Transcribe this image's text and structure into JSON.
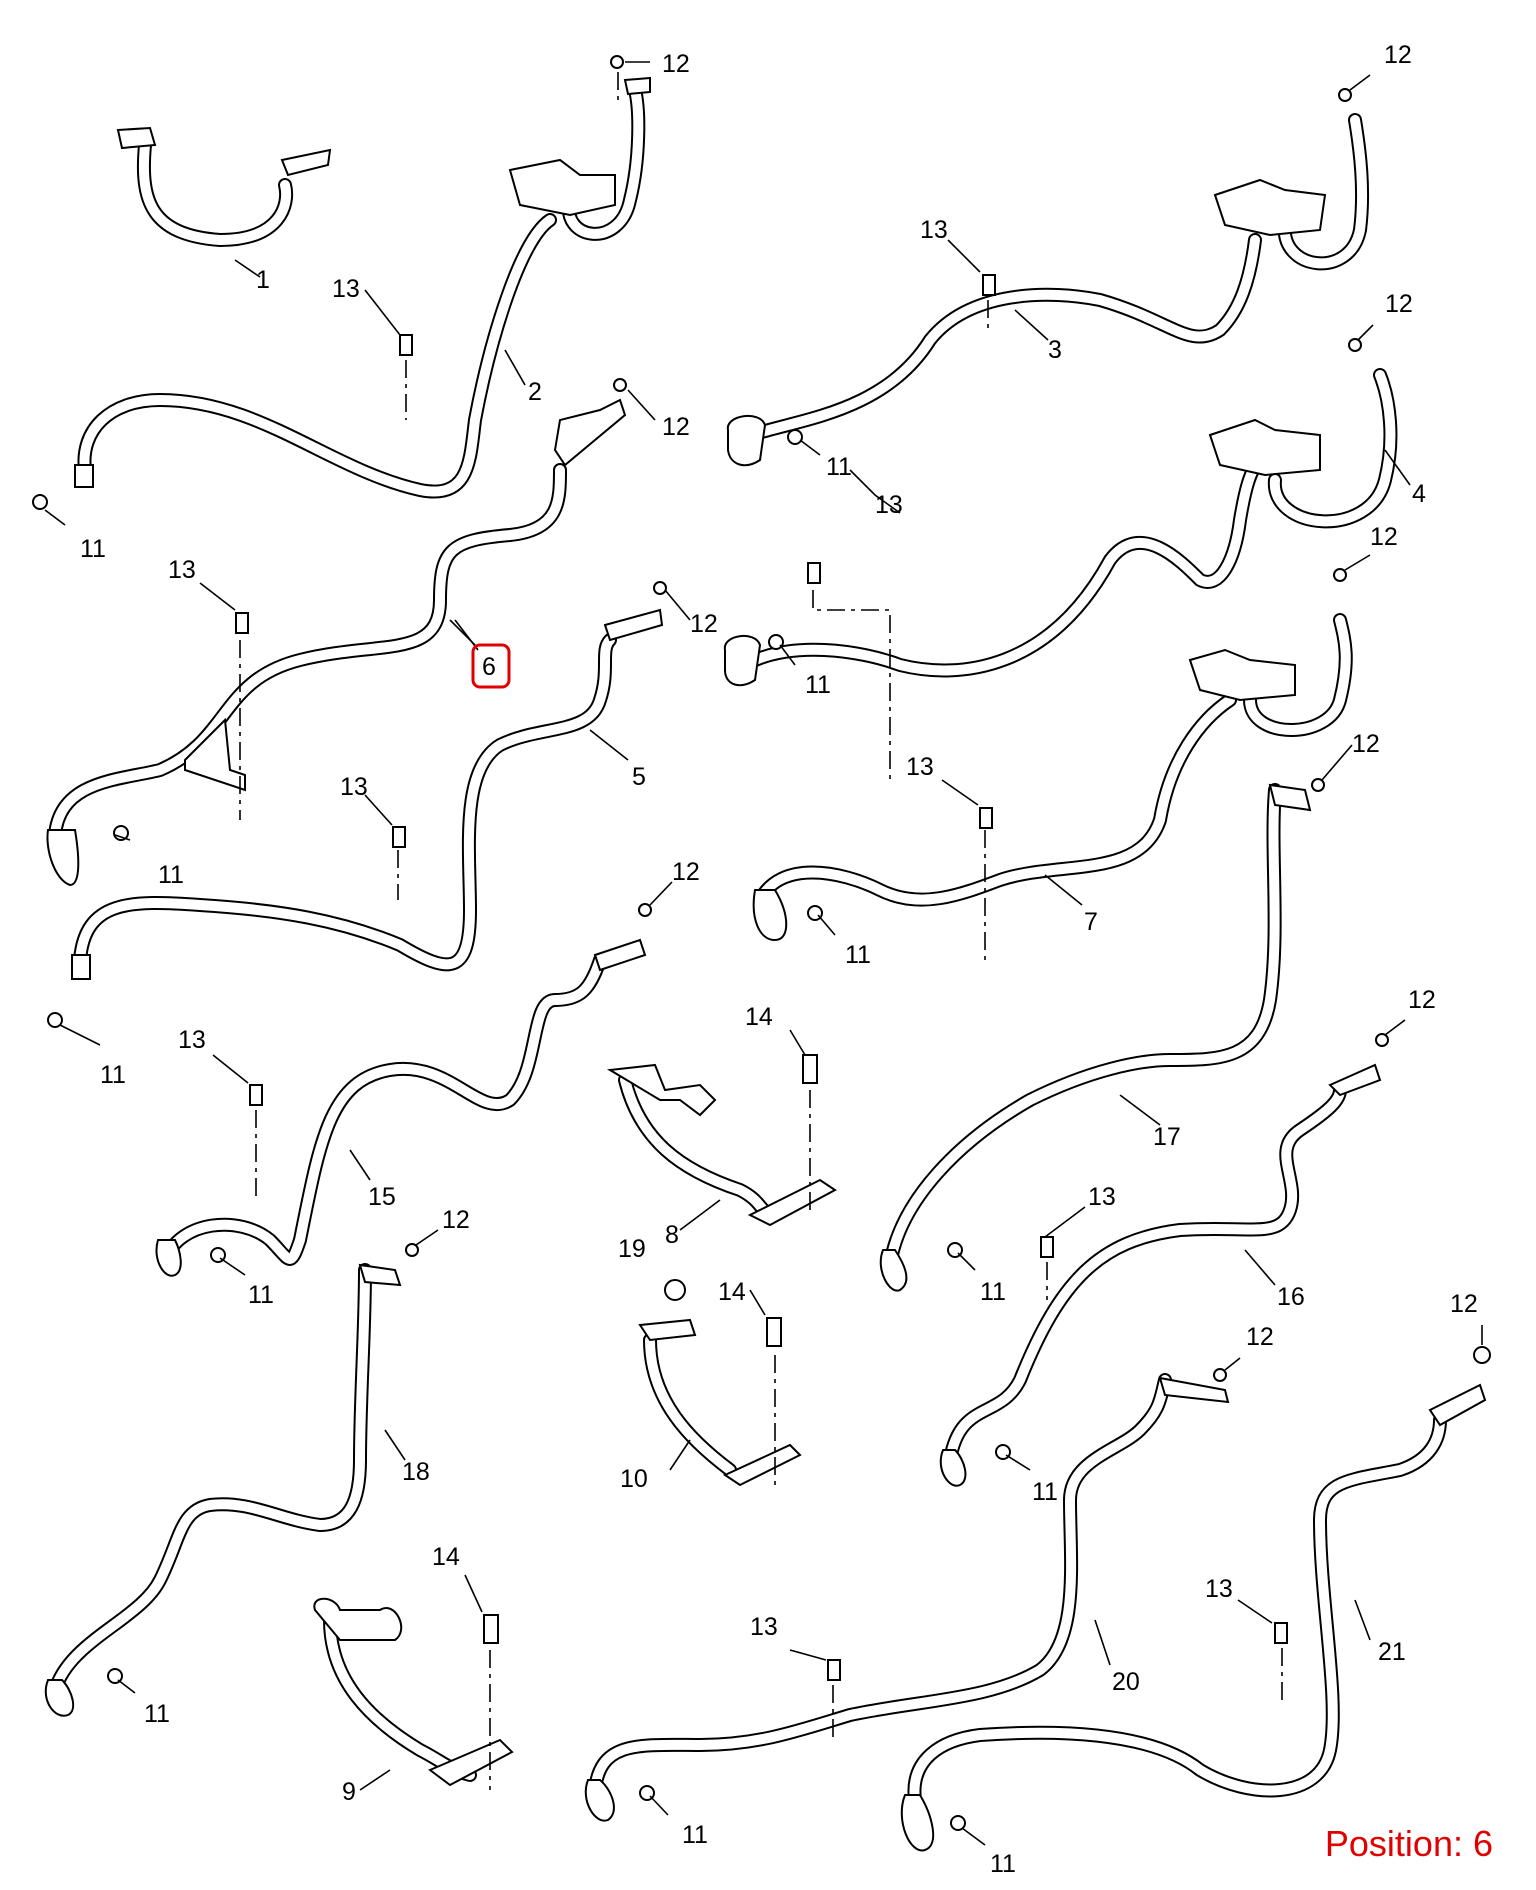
{
  "callouts": {
    "c1": "1",
    "c2": "2",
    "c3": "3",
    "c4": "4",
    "c5": "5",
    "c6": "6",
    "c7": "7",
    "c8": "8",
    "c9": "9",
    "c10": "10",
    "c11": "11",
    "c12": "12",
    "c13": "13",
    "c14": "14",
    "c15": "15",
    "c16": "16",
    "c17": "17",
    "c18": "18",
    "c19": "19",
    "c20": "20",
    "c21": "21"
  },
  "highlight": {
    "part": "6",
    "color": "#e00000"
  },
  "position_text": "Position: 6"
}
